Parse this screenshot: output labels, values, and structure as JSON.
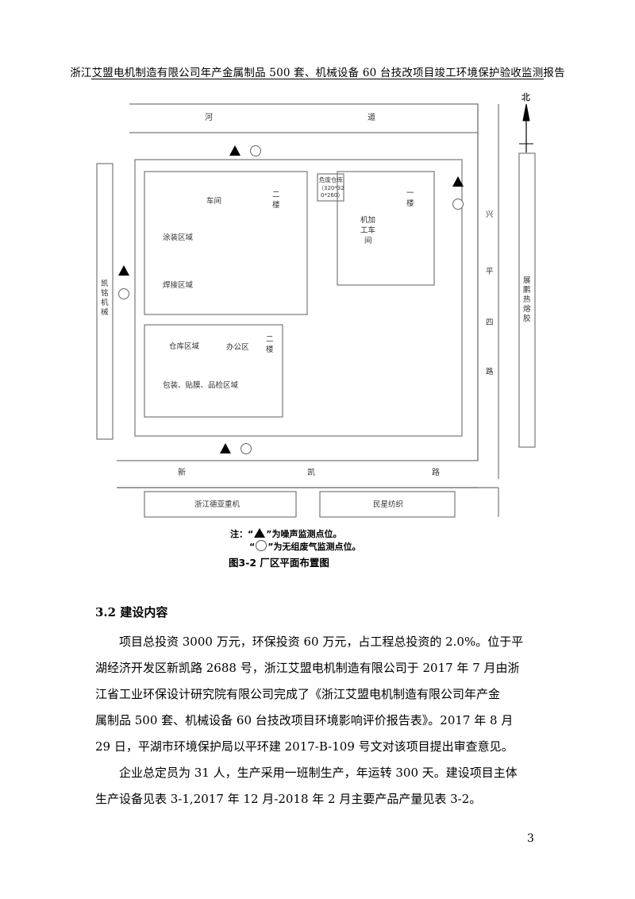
{
  "header": {
    "title": "浙江艾盟电机制造有限公司年产金属制品 500 套、机械设备 60 台技改项目竣工环境保护验收监测报告"
  },
  "figure": {
    "labels": {
      "river_1": "河",
      "river_2": "道",
      "north": "北",
      "workshop": "车间",
      "floor_two_a": "二楼",
      "coating_area": "涂装区域",
      "welding_area": "焊接区域",
      "hazardous_storage": "危废仓库",
      "hazardous_size_1": "（320*32",
      "hazardous_size_2": "0*260）",
      "floor_one": "一楼",
      "machining_workshop": "机加工车间",
      "warehouse_area": "仓库区域",
      "office_area": "办公区",
      "floor_two_b": "二楼",
      "packaging_area": "包装、贴膜、品检区域",
      "kaiming": "凯铭机械",
      "xingping_road": "兴平四路",
      "zhanpeng": "展鹏热熔胶",
      "xinkai_1": "新",
      "xinkai_2": "凯",
      "xinkai_3": "路",
      "deya": "浙江德亚重机",
      "minxing": "民星纺织"
    },
    "note_prefix": "注：",
    "note_noise": "为噪声监测点位。",
    "note_gas": "为无组废气监测点位。",
    "caption": "图3-2 厂区平面布置图"
  },
  "section": {
    "heading": "3.2 建设内容"
  },
  "paragraph1": [
    "项目总投资 3000 万元，环保投资 60 万元，占工程总投资的 2.0%。位于平",
    "湖经济开发区新凯路 2688 号，浙江艾盟电机制造有限公司于 2017 年 7 月由浙",
    "江省工业环保设计研究院有限公司完成了《浙江艾盟电机制造有限公司年产金",
    "属制品 500 套、机械设备 60 台技改项目环境影响评价报告表》。2017 年 8 月",
    "29 日，平湖市环境保护局以平环建 2017-B-109 号文对该项目提出审查意见。"
  ],
  "paragraph2": [
    "企业总定员为 31 人，生产采用一班制生产，年运转 300 天。建设项目主体",
    "生产设备见表 3-1,2017 年 12 月-2018 年 2 月主要产品产量见表 3-2。"
  ],
  "page_number": "3"
}
